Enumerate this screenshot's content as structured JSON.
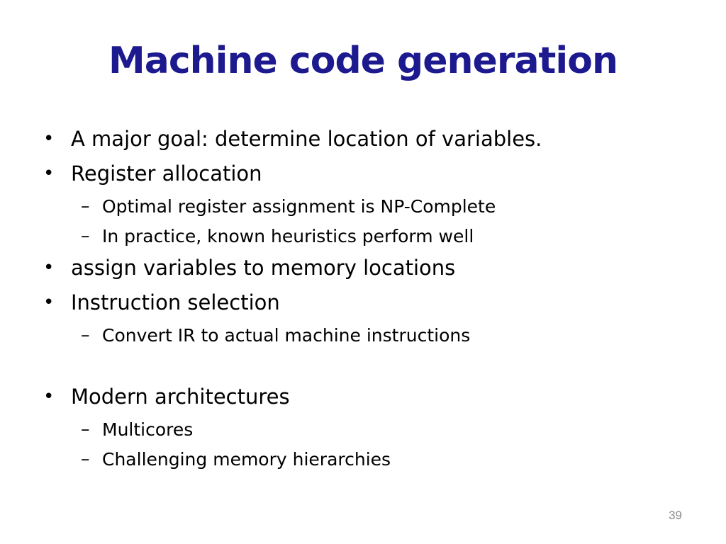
{
  "slide": {
    "title": "Machine code generation",
    "page_number": "39",
    "colors": {
      "title": "#1c1a8e",
      "body_text": "#000000",
      "page_number": "#8c8c8c",
      "background": "#ffffff"
    },
    "bullet_glyphs": {
      "level1": "•",
      "level2": "–"
    },
    "bullets": [
      {
        "level": 1,
        "text": "A major goal: determine location of variables."
      },
      {
        "level": 1,
        "text": "Register allocation"
      },
      {
        "level": 2,
        "text": "Optimal register assignment is NP-Complete"
      },
      {
        "level": 2,
        "text": "In practice, known heuristics perform well"
      },
      {
        "level": 1,
        "text": "assign variables to memory locations"
      },
      {
        "level": 1,
        "text": "Instruction selection"
      },
      {
        "level": 2,
        "text": "Convert IR to actual machine instructions"
      },
      {
        "level": 0,
        "text": ""
      },
      {
        "level": 1,
        "text": "Modern architectures"
      },
      {
        "level": 2,
        "text": "Multicores"
      },
      {
        "level": 2,
        "text": "Challenging memory hierarchies"
      }
    ]
  }
}
